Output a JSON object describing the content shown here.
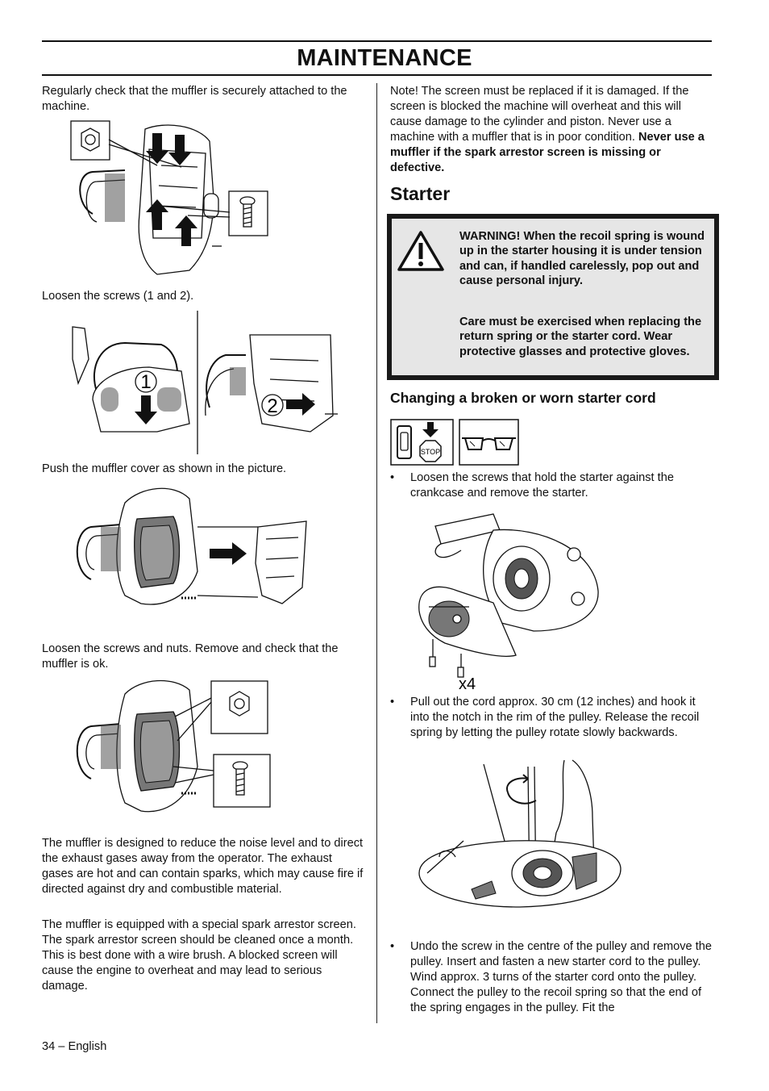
{
  "header": {
    "title": "MAINTENANCE"
  },
  "left": {
    "p1": "Regularly check that the muffler is securely attached to the machine.",
    "p2": "Loosen the screws (1 and 2).",
    "callout_1": "1",
    "callout_2": "2",
    "p3": "Push the muffler cover as shown in the picture.",
    "p4": "Loosen the screws and nuts. Remove and check that the muffler is ok.",
    "p5": "The muffler is designed to reduce the noise level and to direct the exhaust gases away from the operator. The exhaust gases are hot and can contain sparks, which may cause fire if directed against dry and combustible material.",
    "p6": "The muffler is equipped with a special spark arrestor screen. The spark arrestor screen should be cleaned once a month. This is best done with a wire brush. A blocked screen will cause the engine to overheat and may lead to serious damage."
  },
  "right": {
    "note_plain": "Note! The screen must be replaced if it is damaged. If the screen is blocked the machine will overheat and this will cause damage to the cylinder and piston. Never use a machine with a muffler that is in poor condition. ",
    "note_bold": "Never use a muffler if the spark arrestor screen is missing or defective.",
    "section_title": "Starter",
    "warning_1": "WARNING! When the recoil spring is wound up in the starter housing it is under tension and can, if handled carelessly, pop out and cause personal injury.",
    "warning_2": "Care must be exercised when replacing the return spring or the starter cord. Wear protective glasses and protective gloves.",
    "subsection_title": "Changing a broken or worn starter cord",
    "stop_label": "STOP",
    "bullet_char": "•",
    "bullets": [
      "Loosen the screws that hold the starter against the crankcase and remove the starter.",
      "Pull out the cord approx. 30 cm (12 inches) and hook it into the notch in the rim of the pulley. Release the recoil spring by letting the pulley rotate slowly backwards.",
      "Undo the screw in the centre of the pulley and remove the pulley. Insert and fasten a new starter cord to the pulley. Wind approx. 3 turns of the starter cord onto the pulley. Connect the pulley to the recoil spring so that the end of the spring engages in the pulley. Fit the"
    ],
    "x4_label": "x4"
  },
  "footer": {
    "page_number": "34 – English"
  }
}
